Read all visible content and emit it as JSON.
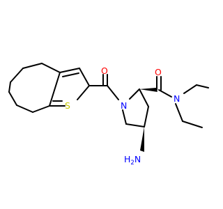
{
  "colors": {
    "carbon": "#000000",
    "oxygen": "#ff0000",
    "nitrogen": "#0000ff",
    "sulfur": "#c8c800",
    "background": "#ffffff"
  },
  "atoms": {
    "oxygen_carbonyl_left": "O",
    "oxygen_carbonyl_right": "O",
    "nitrogen_ring": "N",
    "nitrogen_amide": "N",
    "sulfur": "S",
    "amine_n": "N",
    "amine_h": "H",
    "amine_sub": "2"
  }
}
